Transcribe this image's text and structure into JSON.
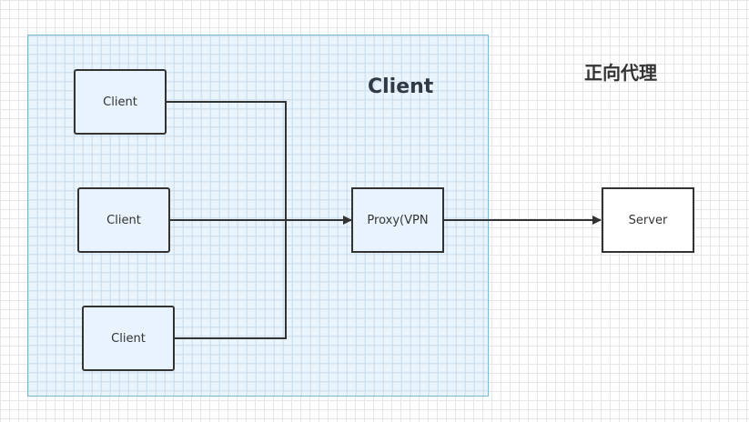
{
  "diagram": {
    "title": "正向代理",
    "group": {
      "label": "Client"
    },
    "nodes": {
      "client_1": "Client",
      "client_2": "Client",
      "client_3": "Client",
      "proxy": "Proxy(VPN",
      "server": "Server"
    },
    "edges": [
      {
        "from": "client_1",
        "to": "proxy"
      },
      {
        "from": "client_2",
        "to": "proxy"
      },
      {
        "from": "client_3",
        "to": "proxy"
      },
      {
        "from": "proxy",
        "to": "server"
      }
    ]
  }
}
